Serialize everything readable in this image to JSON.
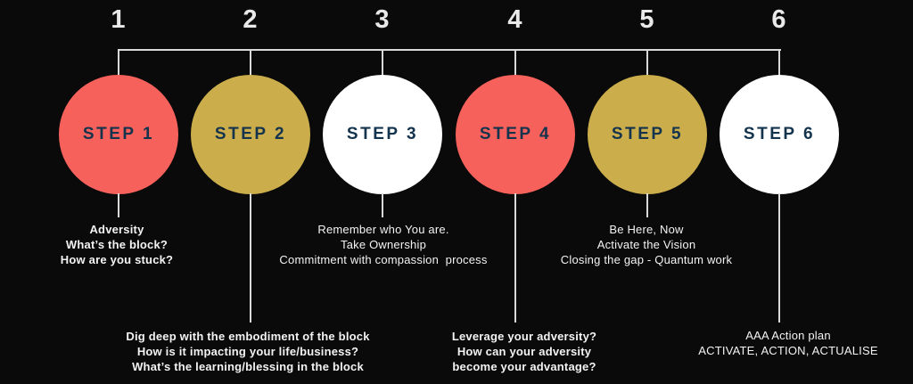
{
  "title": "Six step adversity-to-advantage process diagram",
  "palette": {
    "background": "#0a0a0a",
    "connector_line": "#d9d9d9",
    "number_text": "#e9e9e9",
    "description_text": "#f3f3f3",
    "step_label_navy": "#14334d",
    "circle_red": "#f6615c",
    "circle_gold": "#cbae4b",
    "circle_white": "#ffffff"
  },
  "steps": [
    {
      "number": "1",
      "label": "STEP 1",
      "circle_color": "#f6615c",
      "connector": "short",
      "lines": [
        "Adversity",
        "What’s the block?",
        "How are you stuck?"
      ]
    },
    {
      "number": "2",
      "label": "STEP 2",
      "circle_color": "#cbae4b",
      "connector": "long",
      "lines": [
        "Dig deep with the embodiment of the block",
        "How is it impacting your life/business?",
        "What’s the learning/blessing in the block"
      ]
    },
    {
      "number": "3",
      "label": "STEP 3",
      "circle_color": "#ffffff",
      "connector": "short",
      "lines": [
        "Remember who You are.",
        "Take Ownership",
        "Commitment with compassion  process"
      ]
    },
    {
      "number": "4",
      "label": "STEP 4",
      "circle_color": "#f6615c",
      "connector": "long",
      "lines": [
        "Leverage your adversity?",
        "How can your adversity",
        "become your advantage?"
      ]
    },
    {
      "number": "5",
      "label": "STEP 5",
      "circle_color": "#cbae4b",
      "connector": "short",
      "lines": [
        "Be Here, Now",
        "Activate the Vision",
        "Closing the gap - Quantum work"
      ]
    },
    {
      "number": "6",
      "label": "STEP 6",
      "circle_color": "#ffffff",
      "connector": "long",
      "lines": [
        "AAA Action plan",
        "ACTIVATE, ACTION, ACTUALISE"
      ]
    }
  ]
}
